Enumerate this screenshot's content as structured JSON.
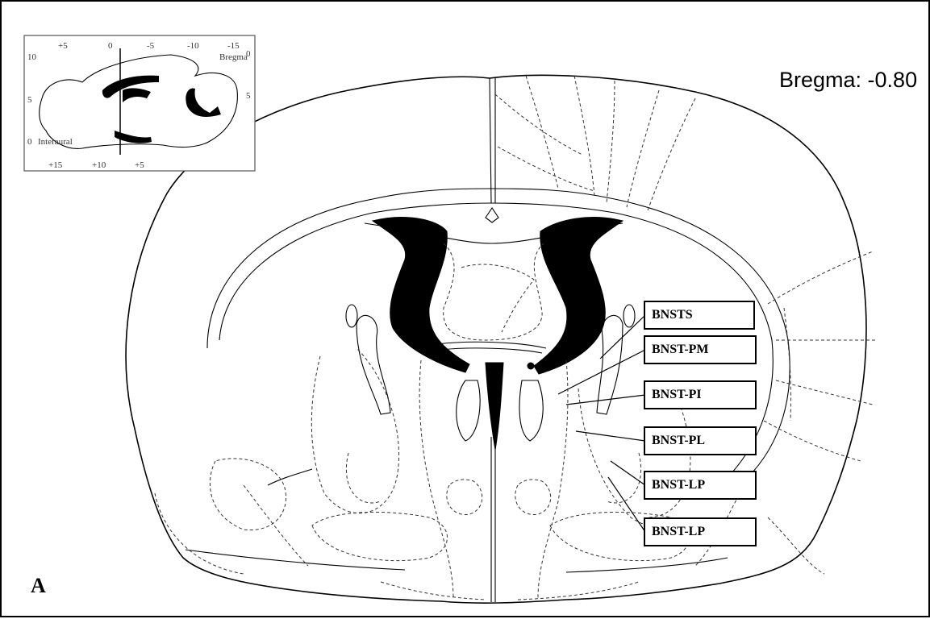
{
  "bregma_label": "Bregma: -0.80",
  "panel_letter": "A",
  "inset": {
    "top_ticks": [
      "+5",
      "0",
      "-5",
      "-10",
      "-15"
    ],
    "bottom_ticks": [
      "+15",
      "+10",
      "+5"
    ],
    "left_ticks": [
      "10",
      "5",
      "0"
    ],
    "right_ticks": [
      "0",
      "5"
    ],
    "bregma_text": "Bregma",
    "interaural_text": "Interaural"
  },
  "regions": [
    {
      "label": "BNSTS"
    },
    {
      "label": "BNST-PM"
    },
    {
      "label": "BNST-PI"
    },
    {
      "label": "BNST-PL"
    },
    {
      "label": "BNST-LP"
    },
    {
      "label": "BNST-LP"
    }
  ]
}
